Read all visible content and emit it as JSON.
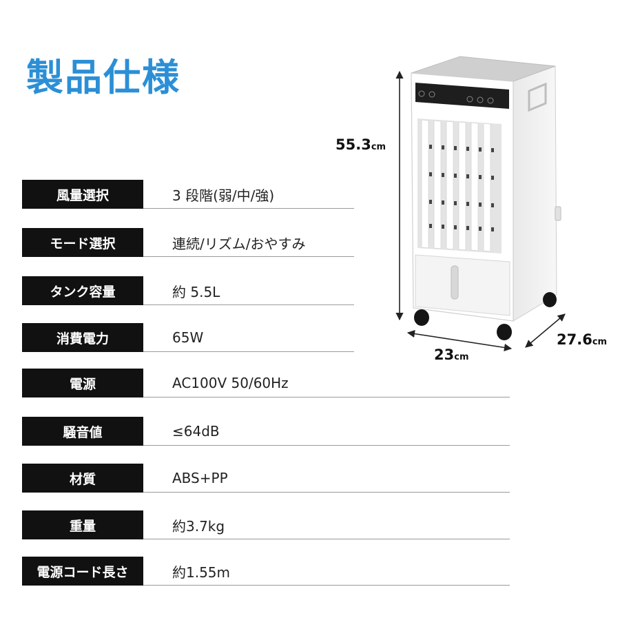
{
  "title": "製品仕様",
  "specs": [
    {
      "label": "風量選択",
      "value": "3 段階(弱/中/強)"
    },
    {
      "label": "モード選択",
      "value": "連続/リズム/おやすみ"
    },
    {
      "label": "タンク容量",
      "value": "約 5.5L"
    },
    {
      "label": "消費電力",
      "value": "65W"
    },
    {
      "label": "電源",
      "value": "AC100V 50/60Hz"
    },
    {
      "label": "騒音値",
      "value": "≤64dB"
    },
    {
      "label": "材質",
      "value": "ABS+PP"
    },
    {
      "label": "重量",
      "value": "約3.7kg"
    },
    {
      "label": "電源コード長さ",
      "value": "約1.55m"
    }
  ],
  "dimensions": {
    "height": {
      "value": "55.3",
      "unit": "cm"
    },
    "width": {
      "value": "23",
      "unit": "cm"
    },
    "depth": {
      "value": "27.6",
      "unit": "cm"
    }
  }
}
